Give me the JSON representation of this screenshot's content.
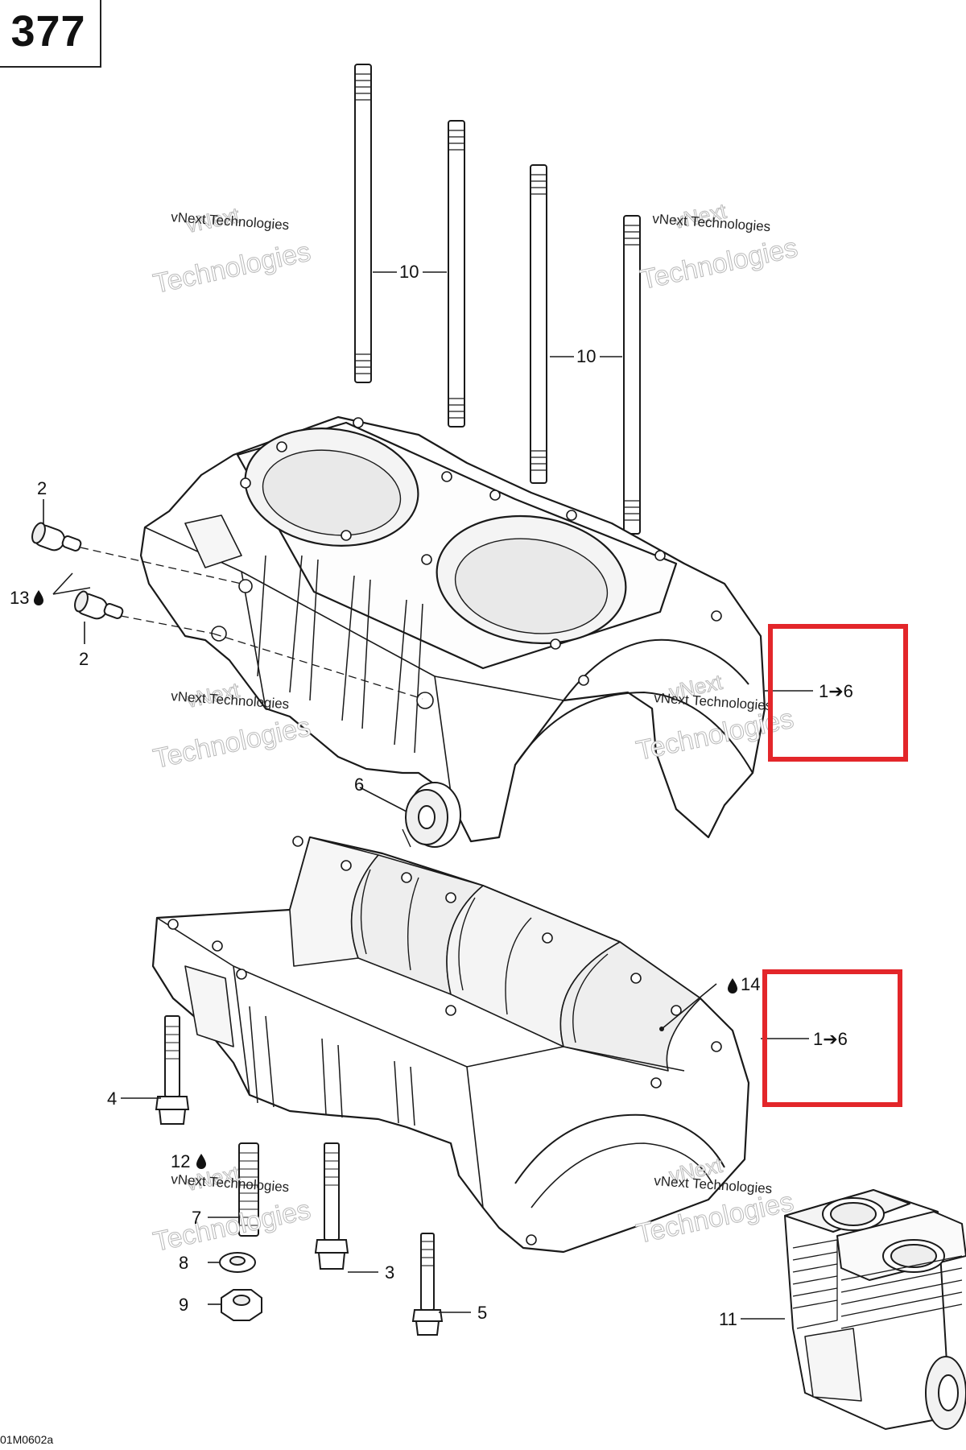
{
  "page_number": "377",
  "figure_code": "01M0602a",
  "watermark": {
    "line1": "vNext",
    "line2": "vNext Technologies",
    "line3": "Technologies"
  },
  "callouts": {
    "c10a": "10",
    "c10b": "10",
    "c2a": "2",
    "c13": "13",
    "c2b": "2",
    "c16_top": "1➔6",
    "c6": "6",
    "c14": "14",
    "c16_bottom": "1➔6",
    "c4": "4",
    "c12": "12",
    "c7": "7",
    "c8": "8",
    "c9": "9",
    "c3": "3",
    "c5": "5",
    "c11": "11"
  },
  "colors": {
    "highlight": "#e3262a",
    "line": "#1a1a1a",
    "watermark": "#c8c8c8"
  }
}
